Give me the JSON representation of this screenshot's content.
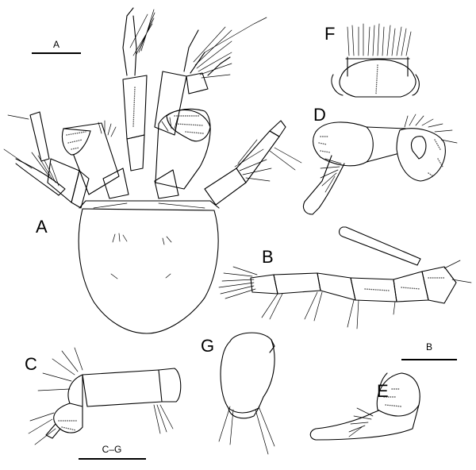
{
  "panel_labels": {
    "A": "A",
    "B": "B",
    "C": "C",
    "D": "D",
    "E": "E",
    "F": "F",
    "G": "G"
  },
  "scale_bars": {
    "A": "A",
    "B": "B",
    "CG": "C–G"
  }
}
